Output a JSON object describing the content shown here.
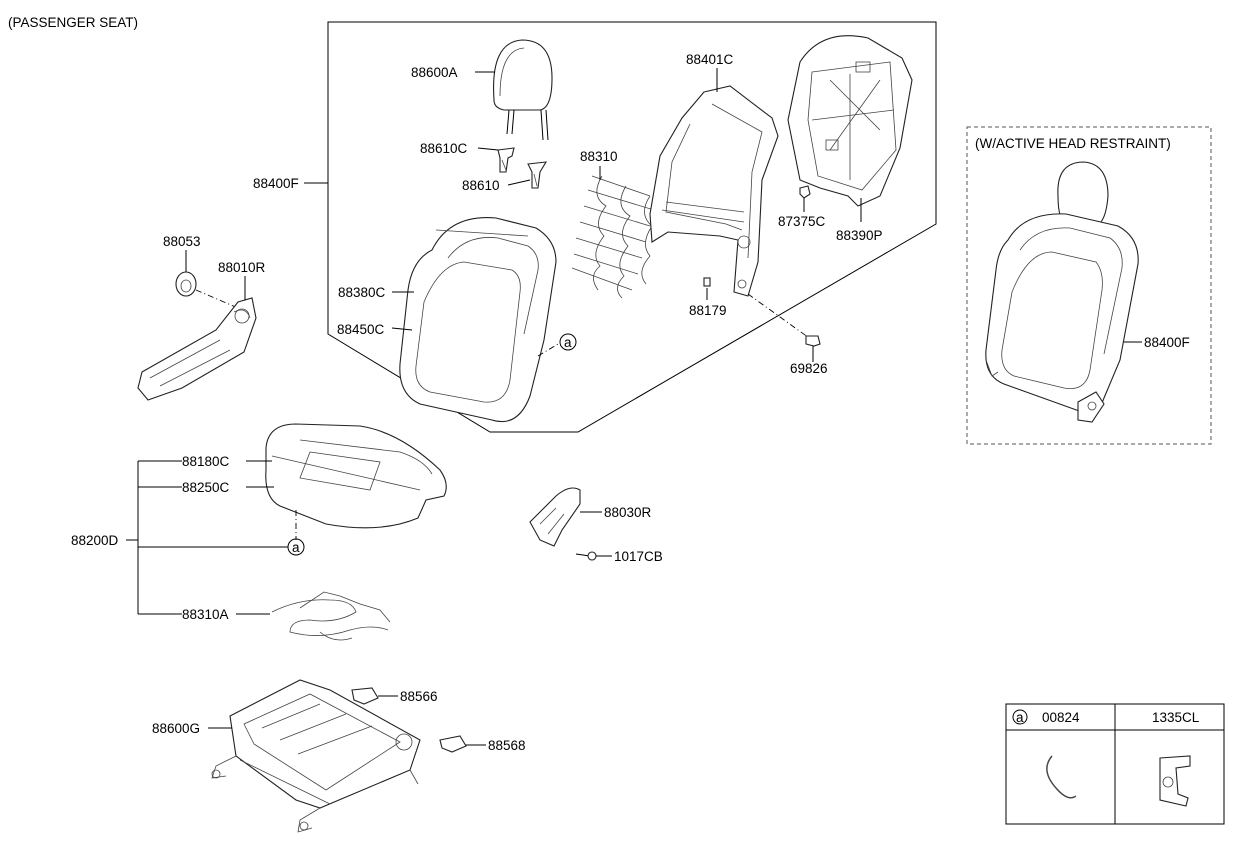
{
  "title": "(PASSENGER SEAT)",
  "inset": {
    "title": "(W/ACTIVE HEAD RESTRAINT)",
    "part": "88400F"
  },
  "parts": {
    "p88600A": "88600A",
    "p88401C": "88401C",
    "p88610C": "88610C",
    "p88310": "88310",
    "p88610": "88610",
    "p88400F": "88400F",
    "p87375C": "87375C",
    "p88390P": "88390P",
    "p88053": "88053",
    "p88010R": "88010R",
    "p88380C": "88380C",
    "p88450C": "88450C",
    "p88179": "88179",
    "p69826": "69826",
    "p88180C": "88180C",
    "p88250C": "88250C",
    "p88200D": "88200D",
    "p88030R": "88030R",
    "p1017CB": "1017CB",
    "p88310A": "88310A",
    "p88566": "88566",
    "p88600G": "88600G",
    "p88568": "88568"
  },
  "callout": "a",
  "table": {
    "marker": "a",
    "col1": "00824",
    "col2": "1335CL"
  }
}
